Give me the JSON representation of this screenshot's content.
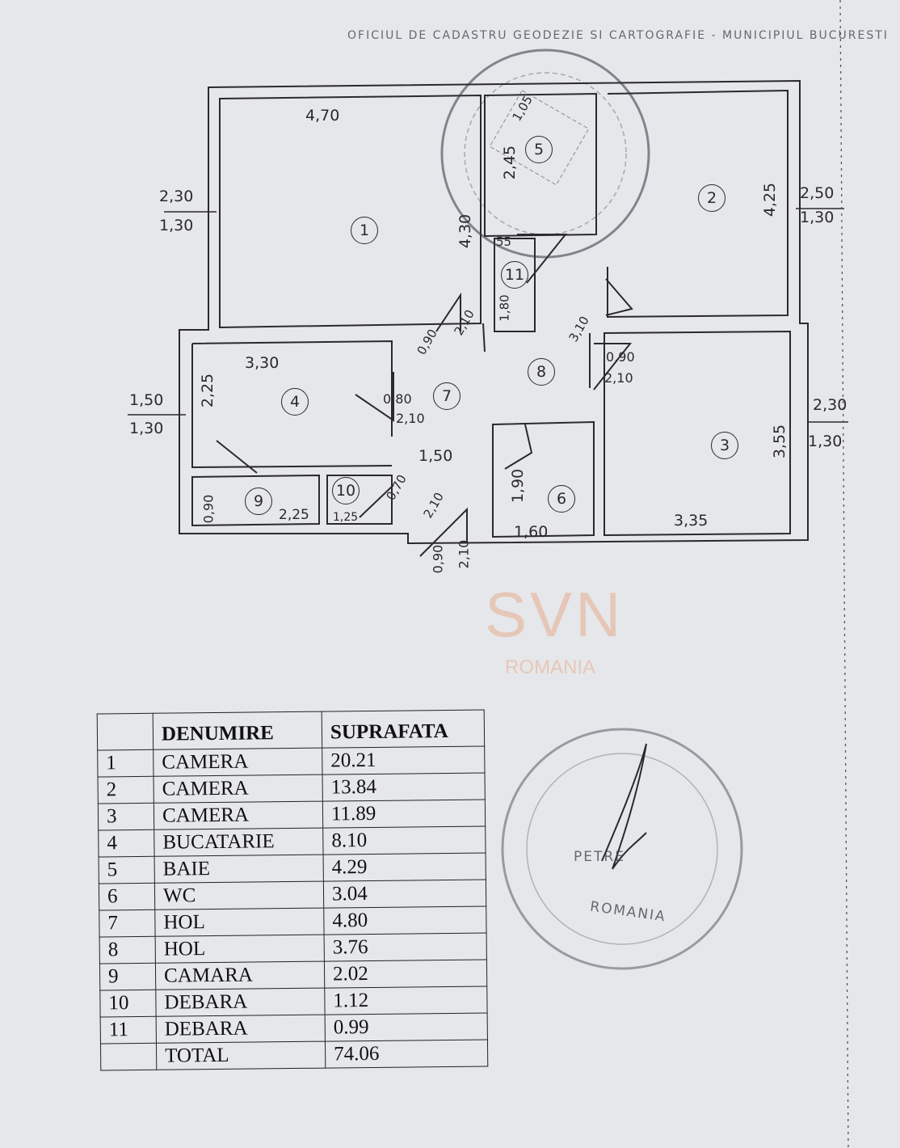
{
  "plan": {
    "rooms": [
      "1",
      "2",
      "3",
      "4",
      "5",
      "6",
      "7",
      "8",
      "9",
      "10",
      "11"
    ],
    "dims": {
      "r1_width": "4,70",
      "r1_win_top": "2,30",
      "r1_win_bot": "1,30",
      "hall_len": "4,30",
      "bath_w": "1,05",
      "bath_h": "2,45",
      "r2_win_top": "2,50",
      "r2_win_bot": "1,30",
      "r2_h": "4,25",
      "r11_w": "55",
      "r11_h": "1,80",
      "door_a": "0,90",
      "door_a2": "2,10",
      "hol8_len": "3,10",
      "door_b": "0,90",
      "door_b2": "2,10",
      "r4_w": "3,30",
      "r4_h": "2,25",
      "r4_win_top": "1,50",
      "r4_win_bot": "1,30",
      "door_c": "0,80",
      "door_c2": "2,10",
      "hol7_w": "1,50",
      "r6_h": "1,90",
      "r6_w": "1,60",
      "r3_h": "3,55",
      "r3_win_top": "2,30",
      "r3_win_bot": "1,30",
      "r3_w": "3,35",
      "r9_h": "0,90",
      "r9_w": "2,25",
      "r10_w": "1,25",
      "door_d": "0,70",
      "door_d2": "2,10",
      "door_e": "0,90",
      "door_e2": "2,10"
    }
  },
  "watermark": {
    "brand": "SVN",
    "country": "ROMANIA",
    "accent": "#e68c5a"
  },
  "stamps": {
    "top": "OFICIUL DE CADASTRU GEODEZIE SI CARTOGRAFIE - MUNICIPIUL BUCURESTI",
    "bottom_name": "PETRE",
    "bottom_country": "ROMANIA"
  },
  "table": {
    "headers": [
      "",
      "DENUMIRE",
      "SUPRAFATA"
    ],
    "rows": [
      {
        "n": "1",
        "name": "CAMERA",
        "area": "20.21"
      },
      {
        "n": "2",
        "name": "CAMERA",
        "area": "13.84"
      },
      {
        "n": "3",
        "name": "CAMERA",
        "area": "11.89"
      },
      {
        "n": "4",
        "name": "BUCATARIE",
        "area": "8.10"
      },
      {
        "n": "5",
        "name": "BAIE",
        "area": "4.29"
      },
      {
        "n": "6",
        "name": "WC",
        "area": "3.04"
      },
      {
        "n": "7",
        "name": "HOL",
        "area": "4.80"
      },
      {
        "n": "8",
        "name": "HOL",
        "area": "3.76"
      },
      {
        "n": "9",
        "name": "CAMARA",
        "area": "2.02"
      },
      {
        "n": "10",
        "name": "DEBARA",
        "area": "1.12"
      },
      {
        "n": "11",
        "name": "DEBARA",
        "area": "0.99"
      }
    ],
    "total_label": "TOTAL",
    "total": "74.06"
  }
}
